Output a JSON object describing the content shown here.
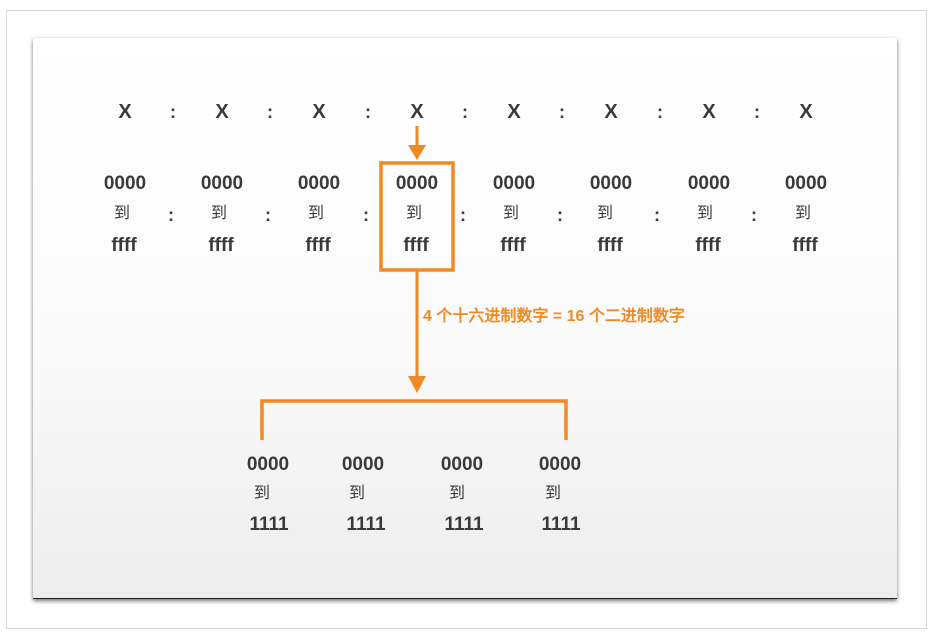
{
  "top_row": [
    "X",
    "X",
    "X",
    "X",
    "X",
    "X",
    "X",
    "X"
  ],
  "separator": ":",
  "hextets": [
    {
      "low": "0000",
      "to": "到",
      "high": "ffff"
    },
    {
      "low": "0000",
      "to": "到",
      "high": "ffff"
    },
    {
      "low": "0000",
      "to": "到",
      "high": "ffff"
    },
    {
      "low": "0000",
      "to": "到",
      "high": "ffff"
    },
    {
      "low": "0000",
      "to": "到",
      "high": "ffff"
    },
    {
      "low": "0000",
      "to": "到",
      "high": "ffff"
    },
    {
      "low": "0000",
      "to": "到",
      "high": "ffff"
    },
    {
      "low": "0000",
      "to": "到",
      "high": "ffff"
    }
  ],
  "annotation": "4 个十六进制数字 = 16 个二进制数字",
  "binary_digits": [
    {
      "low": "0000",
      "to": "到",
      "high": "1111"
    },
    {
      "low": "0000",
      "to": "到",
      "high": "1111"
    },
    {
      "low": "0000",
      "to": "到",
      "high": "1111"
    },
    {
      "low": "0000",
      "to": "到",
      "high": "1111"
    }
  ],
  "colors": {
    "accent": "#f08a24",
    "text": "#3a3a3a"
  },
  "highlighted_hextet_index": 3
}
